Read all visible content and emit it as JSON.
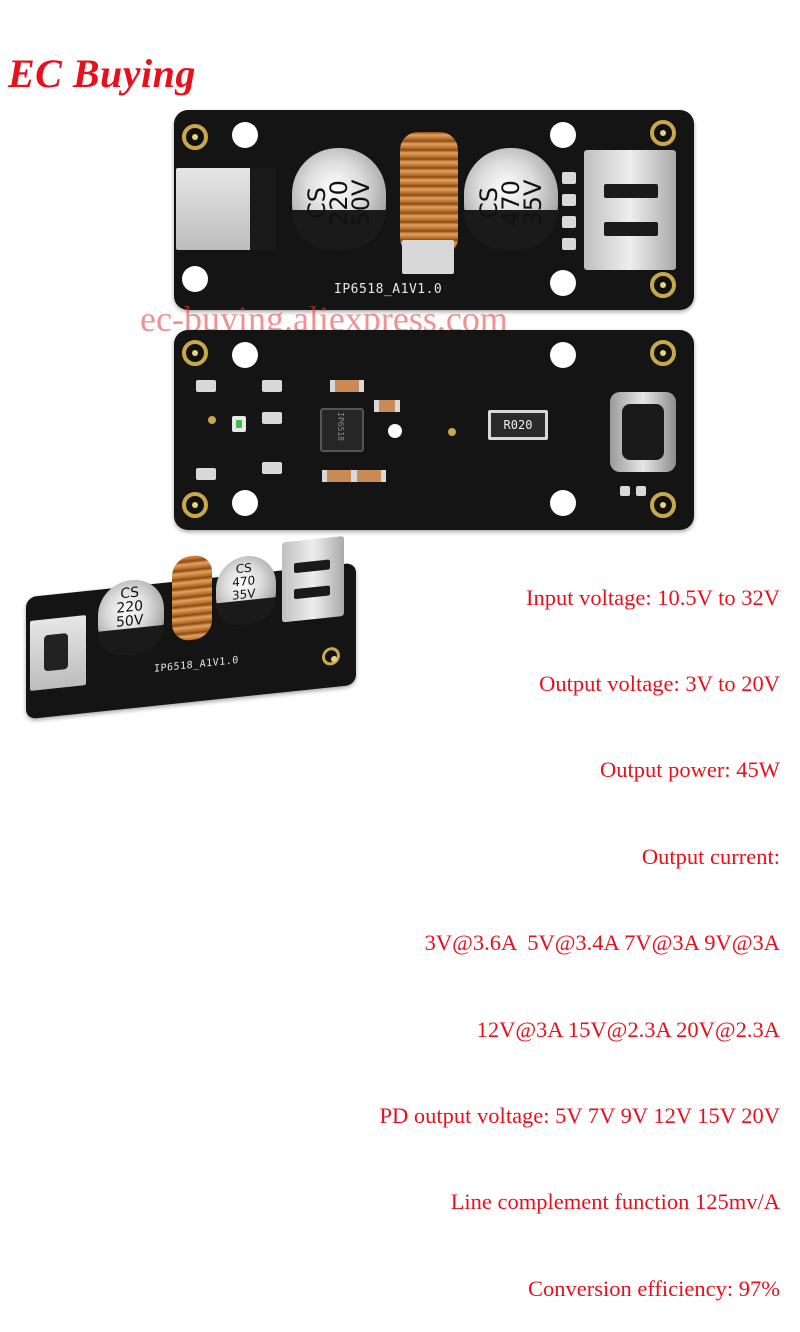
{
  "brand": "EC Buying",
  "watermark": "ec-buying.aliexpress.com",
  "board_top": {
    "silkscreen": "IP6518_A1V1.0",
    "cap_left": "CS\n220\n50V",
    "cap_right": "CS\n470\n35V"
  },
  "board_bottom": {
    "resistor_label": "R020",
    "ic_label": "IP6518"
  },
  "board_perspective": {
    "silkscreen": "IP6518_A1V1.0",
    "cap_left": "CS\n220\n50V",
    "cap_right": "CS\n470\n35V"
  },
  "specs": [
    "Input voltage: 10.5V to 32V",
    "Output voltage: 3V to 20V",
    "Output power: 45W",
    "Output current:",
    "3V@3.6A  5V@3.4A 7V@3A 9V@3A",
    "12V@3A 15V@2.3A 20V@2.3A",
    "PD output voltage: 5V 7V 9V 12V 15V 20V",
    "Line complement function 125mv/A",
    "Conversion efficiency: 97%"
  ]
}
